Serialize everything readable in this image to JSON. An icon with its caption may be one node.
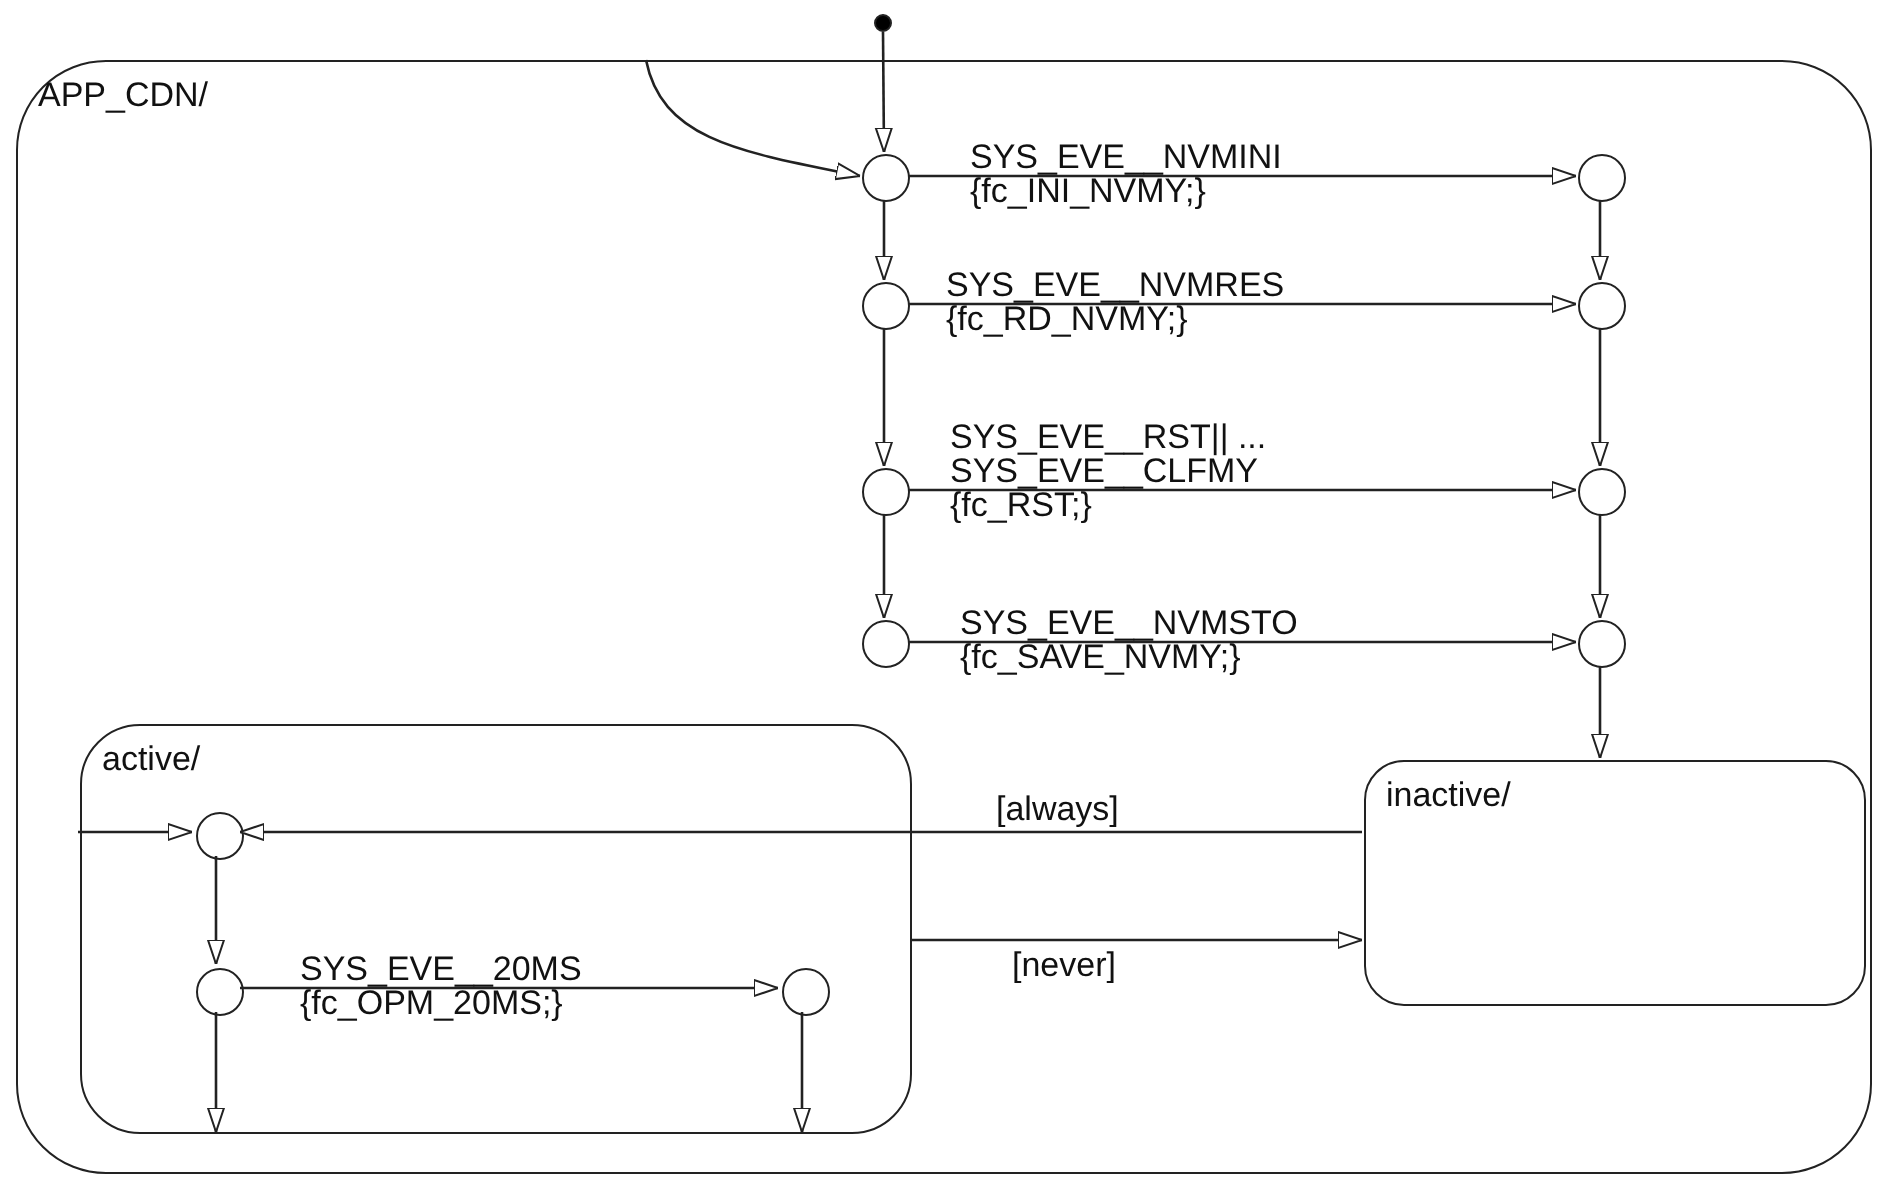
{
  "diagram": {
    "nodes": [
      {
        "text": [
          "APP_CDN/"
        ]
      },
      {
        "text": [],
        "shape": "circle"
      },
      {
        "text": [],
        "shape": "circle",
        "in": 0
      },
      {
        "text": [],
        "shape": "circle",
        "in": 0
      },
      {
        "text": [],
        "shape": "circle",
        "in": 0
      },
      {
        "text": [],
        "shape": "circle",
        "in": 0
      },
      {
        "text": [],
        "shape": "circle",
        "in": 0
      },
      {
        "text": [],
        "shape": "circle",
        "in": 0
      },
      {
        "text": [],
        "shape": "circle",
        "in": 0
      },
      {
        "text": [],
        "shape": "circle",
        "in": 0
      },
      {
        "text": [
          "active/"
        ],
        "in": 0
      },
      {
        "text": [],
        "shape": "circle",
        "in": 10
      },
      {
        "text": [],
        "shape": "circle",
        "in": 10
      },
      {
        "text": [],
        "shape": "circle",
        "in": 10
      },
      {
        "text": [
          "inactive/"
        ],
        "in": 0
      }
    ],
    "edges": [
      {
        "from": 1,
        "to": 2,
        "arrow": "to"
      },
      {
        "from": 0,
        "to": 2,
        "arrow": "to"
      },
      {
        "from": 2,
        "to": 3,
        "arrow": "to",
        "label": "SYS_EVE__NVMINI {fc_INI_NVMY;}"
      },
      {
        "from": 2,
        "to": 4,
        "arrow": "to"
      },
      {
        "from": 4,
        "to": 5,
        "arrow": "to",
        "label": "SYS_EVE__NVMRES {fc_RD_NVMY;}"
      },
      {
        "from": 3,
        "to": 5,
        "arrow": "to"
      },
      {
        "from": 4,
        "to": 6,
        "arrow": "to"
      },
      {
        "from": 6,
        "to": 7,
        "arrow": "to",
        "label": "SYS_EVE__RST|| ... SYS_EVE__CLFMY {fc_RST;}"
      },
      {
        "from": 5,
        "to": 7,
        "arrow": "to"
      },
      {
        "from": 6,
        "to": 8,
        "arrow": "to"
      },
      {
        "from": 8,
        "to": 9,
        "arrow": "to",
        "label": "SYS_EVE__NVMSTO {fc_SAVE_NVMY;}"
      },
      {
        "from": 7,
        "to": 9,
        "arrow": "to"
      },
      {
        "from": 9,
        "to": 14,
        "arrow": "to"
      },
      {
        "from": 14,
        "to": 11,
        "arrow": "to",
        "label": "[always]"
      },
      {
        "from": 10,
        "to": 11,
        "arrow": "to"
      },
      {
        "from": 11,
        "to": 12,
        "arrow": "to"
      },
      {
        "from": 12,
        "to": 13,
        "arrow": "to",
        "label": "SYS_EVE__20MS {fc_OPM_20MS;}"
      },
      {
        "from": 12,
        "to": 10,
        "arrow": "to"
      },
      {
        "from": 13,
        "to": 10,
        "arrow": "to"
      },
      {
        "from": 10,
        "to": 14,
        "arrow": "to",
        "label": "[never]"
      }
    ]
  }
}
